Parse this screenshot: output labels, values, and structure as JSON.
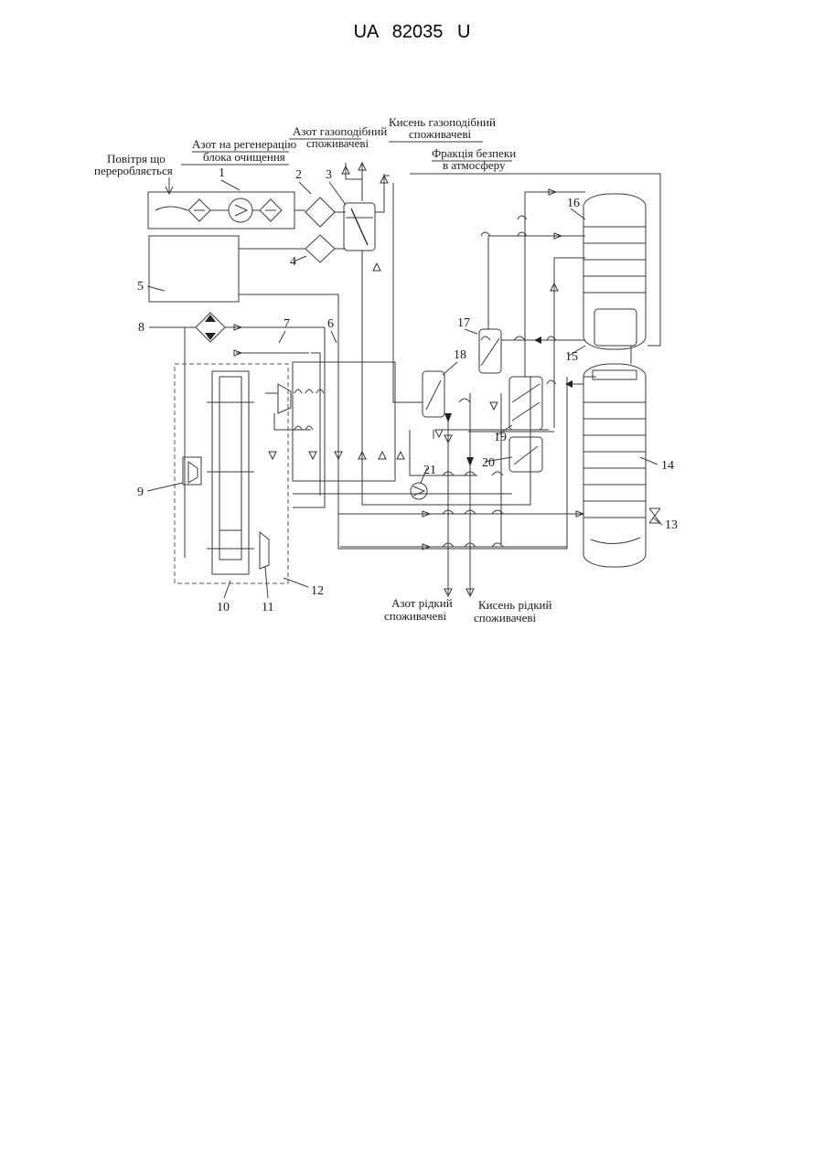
{
  "header": {
    "patent_code": "UA 82035 U"
  },
  "figure": {
    "stream_labels": {
      "air_in_l1": "Повітря що",
      "air_in_l2": "переробляється",
      "n2_regen_l1": "Азот на регенерацію",
      "n2_regen_l2": "блока очищення",
      "n2_gas_l1": "Азот газоподібний",
      "n2_gas_l2": "споживачеві",
      "o2_gas_l1": "Кисень газоподібний",
      "o2_gas_l2": "споживачеві",
      "safety_l1": "Фракція безпеки",
      "safety_l2": "в атмосферу",
      "n2_liquid_l1": "Азот рідкий",
      "n2_liquid_l2": "споживачеві",
      "o2_liquid_l1": "Кисень рідкий",
      "o2_liquid_l2": "споживачеві"
    },
    "callouts": [
      "1",
      "2",
      "3",
      "4",
      "5",
      "6",
      "7",
      "8",
      "9",
      "10",
      "11",
      "12",
      "13",
      "14",
      "15",
      "16",
      "17",
      "18",
      "19",
      "20",
      "21"
    ]
  }
}
